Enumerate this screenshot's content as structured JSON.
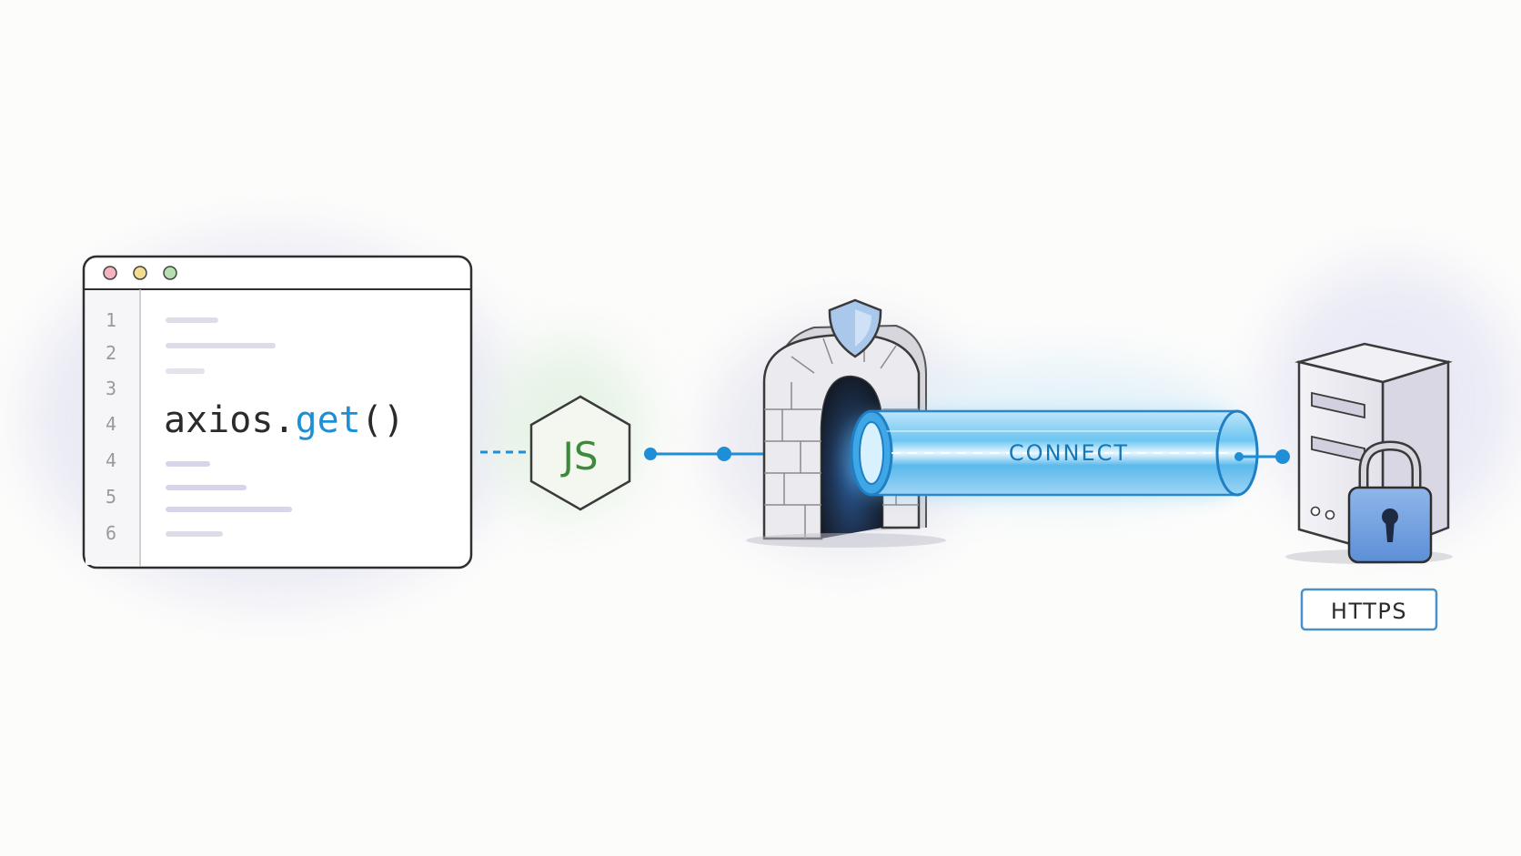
{
  "editor": {
    "line_numbers": [
      "1",
      "2",
      "3",
      "4",
      "4",
      "5",
      "6"
    ],
    "code_prefix": "axios.",
    "code_method": "get",
    "code_suffix": "()"
  },
  "js_badge": {
    "label": "JS"
  },
  "tunnel": {
    "label": "CONNECT"
  },
  "server": {
    "label": "HTTPS"
  },
  "icons": {
    "window_dots": [
      "window-close-dot-icon",
      "window-minimize-dot-icon",
      "window-maximize-dot-icon"
    ],
    "badge": "hexagon-js-icon",
    "gateway": "stone-arch-gateway-icon",
    "shield": "shield-icon",
    "tunnel": "glowing-tube-icon",
    "server": "server-tower-icon",
    "lock": "padlock-icon"
  },
  "colors": {
    "accent_blue": "#1e8fd6",
    "js_green": "#3e8a3a",
    "ink": "#2b2b2b",
    "dot_red": "#f3b3bf",
    "dot_yellow": "#f1dc8f",
    "dot_green": "#b5dfae",
    "placeholder_line": "#d9d7e6"
  }
}
